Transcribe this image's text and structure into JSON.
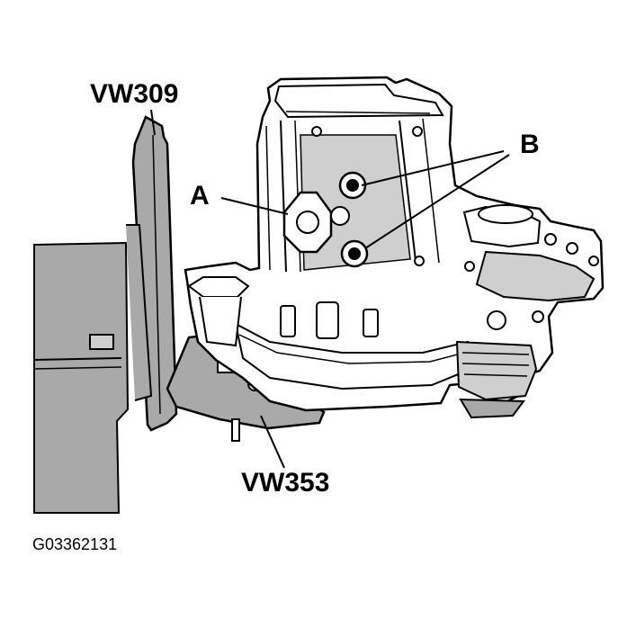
{
  "labels": {
    "vw309": "VW309",
    "a": "A",
    "b": "B",
    "vw353": "VW353"
  },
  "figure_id": "G03362131",
  "colors": {
    "ink": "#000000",
    "shade": "#a9a9a9",
    "light_shade": "#cfcfcf",
    "paper": "#ffffff"
  }
}
